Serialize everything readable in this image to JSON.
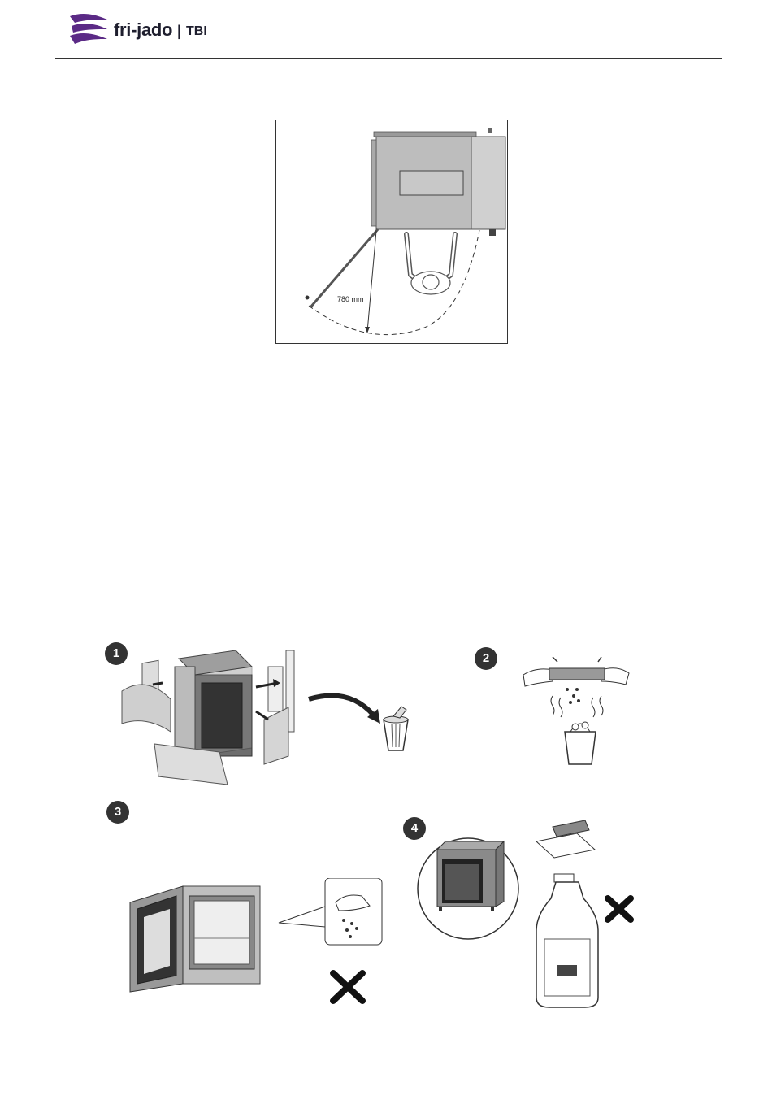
{
  "header": {
    "brand": "fri-jado",
    "separator": "|",
    "sub_brand": "TBI",
    "brand_color": "#5b2a86"
  },
  "figure_top": {
    "dimension_label": "780 mm"
  },
  "steps": [
    {
      "number": "1",
      "icon": "remove-packaging-icon"
    },
    {
      "number": "2",
      "icon": "remove-protective-film-icon"
    },
    {
      "number": "3",
      "icon": "no-wet-cleaning-icon"
    },
    {
      "number": "4",
      "icon": "no-chemical-cleaner-icon"
    }
  ]
}
